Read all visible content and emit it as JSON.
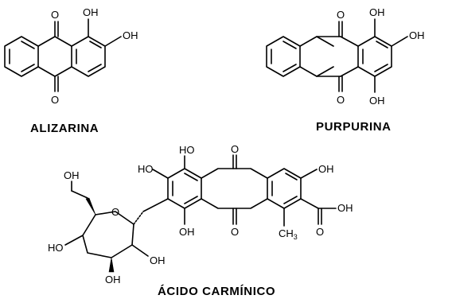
{
  "molecules": [
    {
      "caption": "ALIZARINA",
      "labels": {
        "oh1": "OH",
        "oh2": "OH",
        "o_top": "O",
        "o_bottom": "O"
      }
    },
    {
      "caption": "PURPURINA",
      "labels": {
        "oh1": "OH",
        "oh2": "OH",
        "oh4": "OH",
        "o_top": "O",
        "o_bottom": "O"
      }
    },
    {
      "caption": "ÁCIDO CARMÍNICO",
      "labels": {
        "o_top": "O",
        "o_bottom": "O",
        "oh_ring_top": "HO",
        "oh_ring_left": "HO",
        "oh_ring_bottom": "OH",
        "oh_right": "OH",
        "cooh_oh": "OH",
        "cooh_o": "O",
        "methyl": "CH",
        "methyl_sub": "3",
        "sugar_ch2oh": "OH",
        "sugar_ring_o": "O",
        "sugar_oh_left": "HO",
        "sugar_oh_right": "OH",
        "sugar_oh_bottom": "OH"
      }
    }
  ]
}
